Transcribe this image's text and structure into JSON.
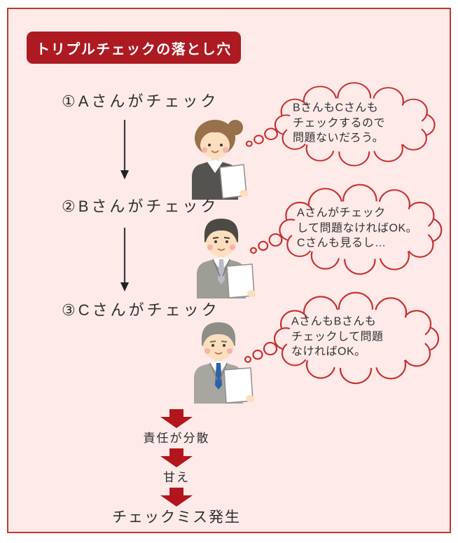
{
  "diagram": {
    "title": "トリプルチェックの落とし穴",
    "colors": {
      "panel_background": "#fdeae9",
      "panel_border": "#c0392b",
      "title_background": "#ad1a22",
      "title_text": "#ffffff",
      "cloud_outline": "#c5302e",
      "flow_arrow": "#3a3a3a",
      "outcome_arrow": "#b2151c",
      "body_text": "#333333"
    },
    "steps": [
      {
        "label": "①Aさんがチェック",
        "person_icon": "businesswoman-holding-document",
        "thought": "BさんもCさんも\nチェックするので\n問題ないだろう。"
      },
      {
        "label": "②Bさんがチェック",
        "person_icon": "businessman-holding-document",
        "thought": "Aさんがチェック\nして問題なければOK。\nCさんも見るし…"
      },
      {
        "label": "③Cさんがチェック",
        "person_icon": "senior-businessman-holding-document",
        "thought": "AさんもBさんも\nチェックして問題\nなければOK。"
      }
    ],
    "outcome": [
      "責任が分散",
      "甘え",
      "チェックミス発生"
    ]
  }
}
